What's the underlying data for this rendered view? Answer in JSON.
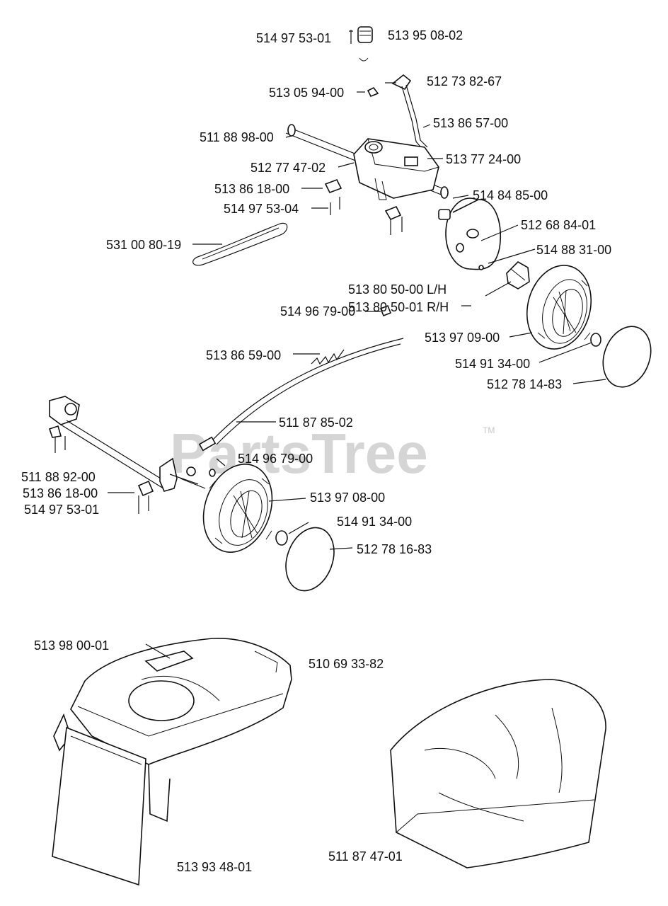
{
  "watermark": {
    "text": "PartsTree",
    "trademark": "TM"
  },
  "labels": {
    "l01": "514 97 53-01",
    "l02": "513 95 08-02",
    "l03": "512 73 82-67",
    "l04": "513 05 94-00",
    "l05": "513 86 57-00",
    "l06": "511 88 98-00",
    "l07": "513 77 24-00",
    "l08": "512 77 47-02",
    "l09": "513 86 18-00",
    "l10": "514 97 53-04",
    "l11": "514 84 85-00",
    "l12": "512 68 84-01",
    "l13": "531 00 80-19",
    "l14": "514 88 31-00",
    "l15": "513 80 50-00 L/H",
    "l16": "513 80 50-01 R/H",
    "l17": "514 96 79-00",
    "l18": "513 97 09-00",
    "l19": "513 86 59-00",
    "l20": "514 91 34-00",
    "l21": "512 78 14-83",
    "l22": "511 87 85-02",
    "l23": "514 96 79-00",
    "l24": "511 88 92-00",
    "l25": "513 86 18-00",
    "l26": "514 97 53-01",
    "l27": "513 97  08-00",
    "l28": "514 91 34-00",
    "l29": "512 78 16-83",
    "l30": "513 98 00-01",
    "l31": "510 69 33-82",
    "l32": "513 93 48-01",
    "l33": "511 87 47-01"
  }
}
